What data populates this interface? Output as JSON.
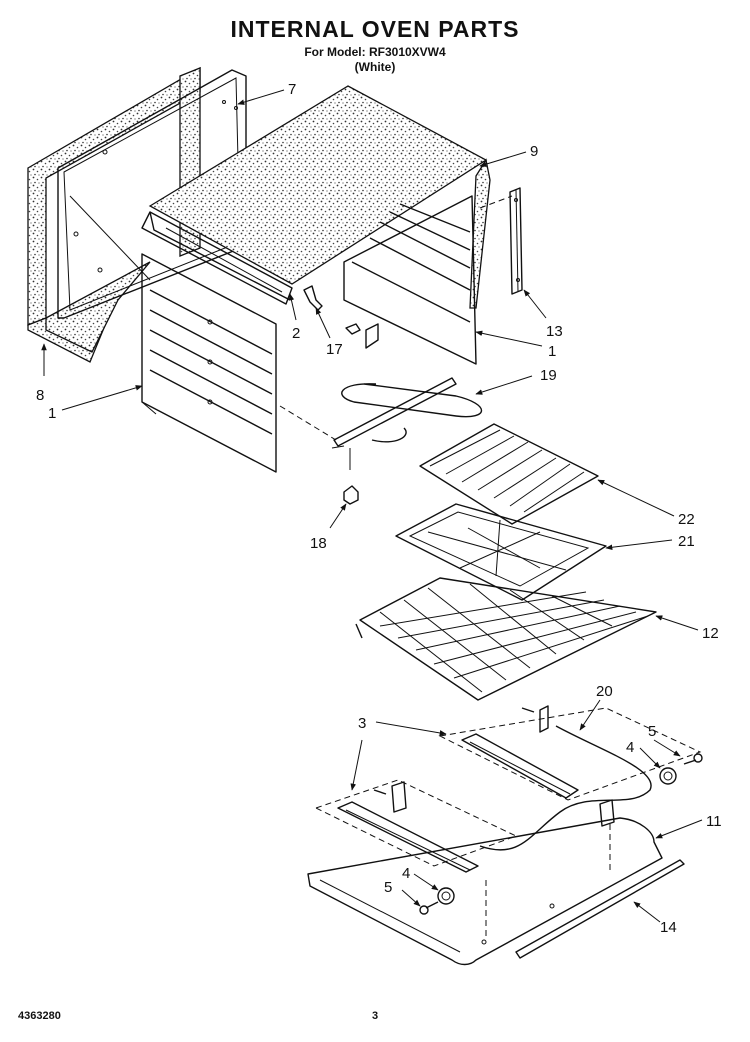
{
  "header": {
    "title": "INTERNAL OVEN PARTS",
    "model_line": "For Model: RF3010XVW4",
    "color_line": "(White)"
  },
  "footer": {
    "doc_number": "4363280",
    "page_number": "3"
  },
  "callouts": {
    "c7": "7",
    "c9": "9",
    "c8": "8",
    "c1a": "1",
    "c2": "2",
    "c17": "17",
    "c13": "13",
    "c1b": "1",
    "c19": "19",
    "c18": "18",
    "c22": "22",
    "c21": "21",
    "c12": "12",
    "c20": "20",
    "c3": "3",
    "c5a": "5",
    "c4a": "4",
    "c11": "11",
    "c4b": "4",
    "c5b": "5",
    "c14": "14"
  }
}
